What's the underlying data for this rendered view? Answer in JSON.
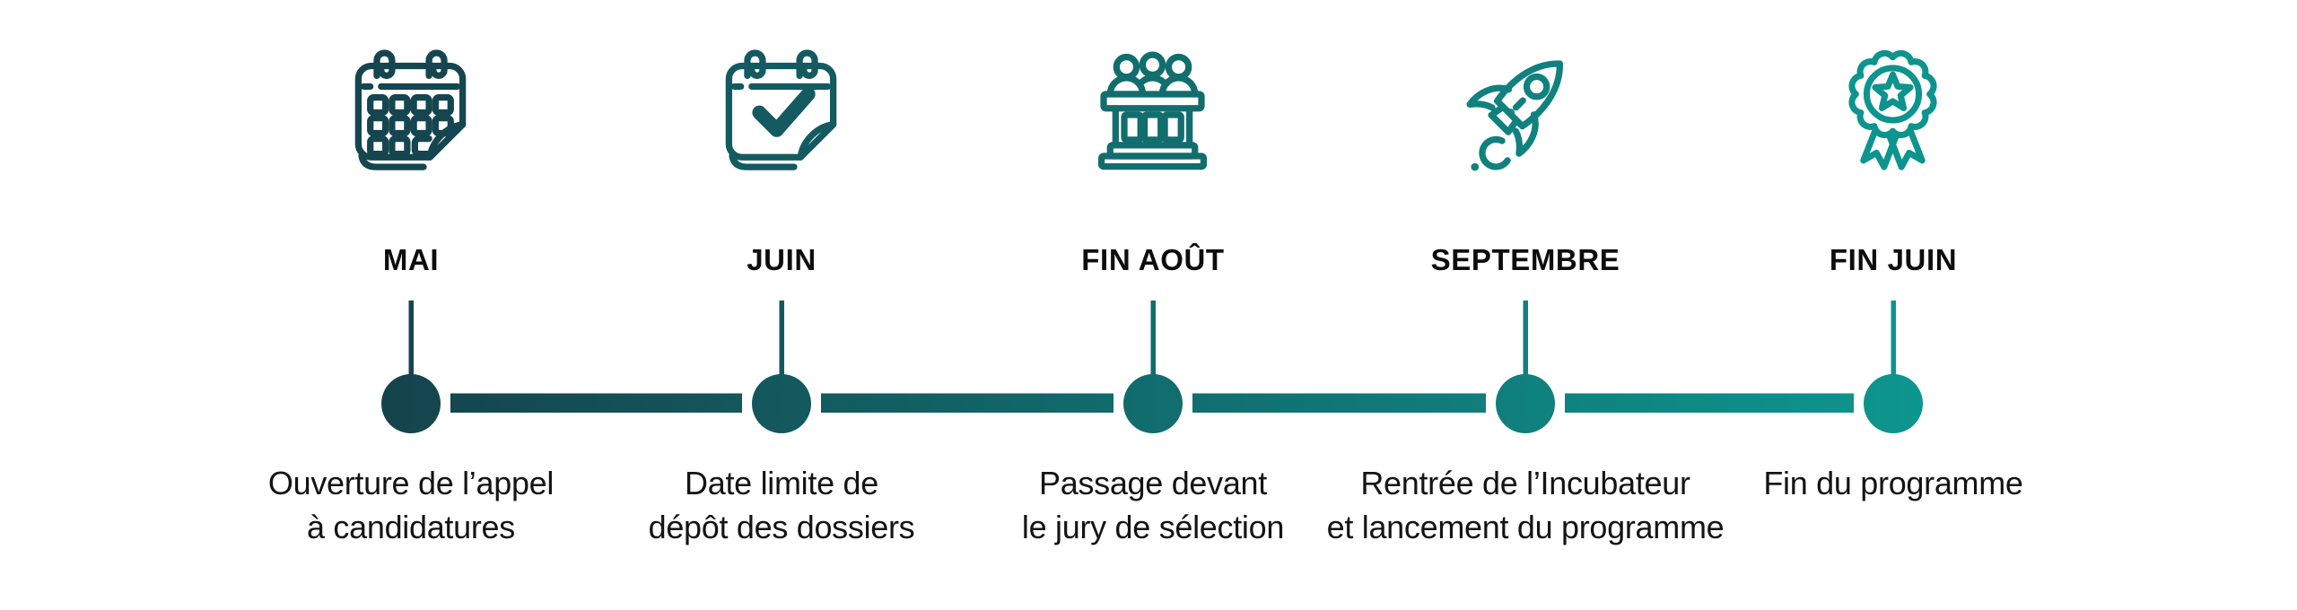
{
  "timeline": {
    "gradient_start": "#15434C",
    "gradient_end": "#0D968F",
    "label_color": "#0d0d0d",
    "caption_color": "#141414",
    "milestones": [
      {
        "label": "MAI",
        "icon": "calendar-icon",
        "icon_color": "#154650",
        "lines": [
          "Ouverture de l’appel",
          "à candidatures"
        ]
      },
      {
        "label": "JUIN",
        "icon": "calendar-check-icon",
        "icon_color": "#145A61",
        "lines": [
          "Date limite de",
          "dépôt des dossiers"
        ]
      },
      {
        "label": "FIN AOÛT",
        "icon": "jury-icon",
        "icon_color": "#126D6E",
        "lines": [
          "Passage devant",
          "le jury de sélection"
        ]
      },
      {
        "label": "SEPTEMBRE",
        "icon": "rocket-icon",
        "icon_color": "#10817E",
        "lines": [
          "Rentrée de l’Incubateur",
          "et lancement du programme"
        ]
      },
      {
        "label": "FIN JUIN",
        "icon": "award-icon",
        "icon_color": "#0D948E",
        "lines": [
          "Fin du programme"
        ]
      }
    ]
  }
}
